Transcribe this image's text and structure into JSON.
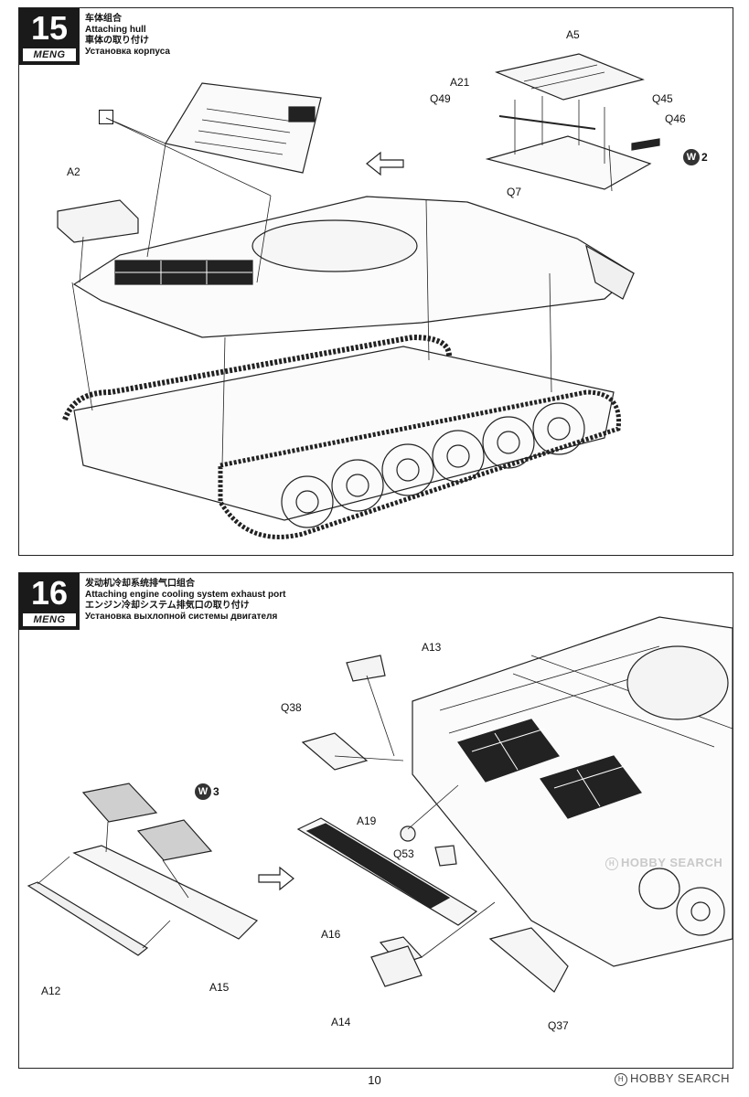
{
  "steps": [
    {
      "number": "15",
      "brand": "MENG",
      "title_cn": "车体组合",
      "title_en": "Attaching hull",
      "title_jp": "車体の取り付け",
      "title_ru": "Установка корпуса",
      "part_labels": {
        "a5": "A5",
        "a21": "A21",
        "q49": "Q49",
        "q45": "Q45",
        "q46": "Q46",
        "q7": "Q7",
        "a2": "A2"
      },
      "paint_badge": {
        "letter": "W",
        "number": "2"
      }
    },
    {
      "number": "16",
      "brand": "MENG",
      "title_cn": "发动机冷却系统排气口组合",
      "title_en": "Attaching engine cooling system exhaust port",
      "title_jp": "エンジン冷却システム排気口の取り付け",
      "title_ru": "Установка выхлопной системы двигателя",
      "part_labels": {
        "a13": "A13",
        "q38": "Q38",
        "a19": "A19",
        "q53": "Q53",
        "a16": "A16",
        "a14": "A14",
        "q37": "Q37",
        "a12": "A12",
        "a15": "A15"
      },
      "paint_badge": {
        "letter": "W",
        "number": "3"
      }
    }
  ],
  "page_number": "10",
  "watermark": {
    "top": "HOBBY SEARCH",
    "bottom": "HOBBY SEARCH",
    "icon": "hobby-search-logo-icon"
  }
}
